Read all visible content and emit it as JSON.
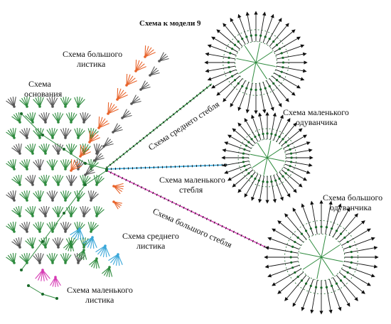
{
  "title": "Схема к модели 9",
  "labels": {
    "big_leaf": [
      "Схема большого",
      "листика"
    ],
    "base": [
      "Схема",
      "основания"
    ],
    "middle_stem": "Схема среднего стебля",
    "small_dandelion": [
      "Схема маленького",
      "одуванчика"
    ],
    "small_stem": [
      "Схема маленького",
      "стебля"
    ],
    "big_stem": "Схема большого стебля",
    "big_dandelion": [
      "Схема большого",
      "одуванчика"
    ],
    "middle_leaf": [
      "Схема среднего",
      "листика"
    ],
    "small_leaf": [
      "Схема маленького",
      "листика"
    ]
  },
  "colors": {
    "green": "#2e8b3e",
    "gray": "#555555",
    "orange": "#e8632a",
    "blue": "#3aa7d9",
    "magenta": "#d63bb4",
    "black": "#111111"
  }
}
